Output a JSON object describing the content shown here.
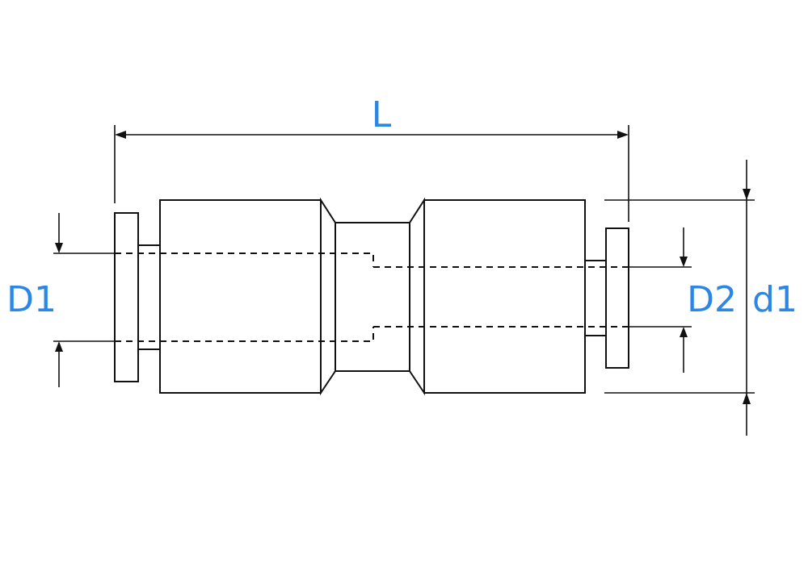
{
  "diagram": {
    "labels": {
      "length": "L",
      "bore_left": "D1",
      "bore_right": "D2",
      "outer_diameter": "d1"
    },
    "colors": {
      "label": "#2b86e6",
      "line": "#111111",
      "background": "#ffffff"
    }
  }
}
